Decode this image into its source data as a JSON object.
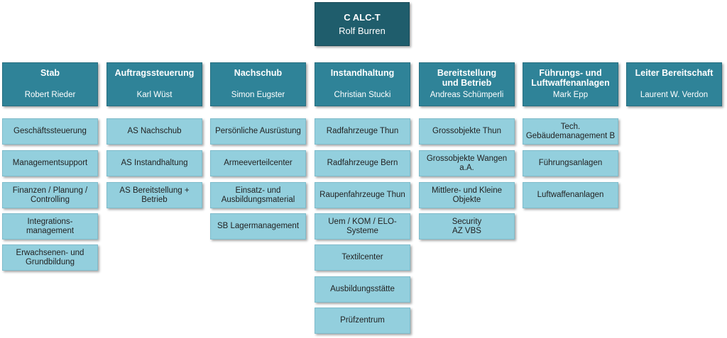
{
  "top": {
    "title": "C ALC-T",
    "name": "Rolf Burren"
  },
  "colors": {
    "top": "#1f5d6c",
    "header": "#2f8398",
    "child": "#93cfdd"
  },
  "columns": [
    {
      "title": "Stab",
      "name": "Robert Rieder",
      "children": [
        "Geschäftssteuerung",
        "Managementsupport",
        "Finanzen / Planung /\nControlling",
        "Integrations-\nmanagement",
        "Erwachsenen- und\nGrundbildung"
      ]
    },
    {
      "title": "Auftragssteuerung",
      "name": "Karl Wüst",
      "children": [
        "AS Nachschub",
        "AS Instandhaltung",
        "AS Bereitstellung +\nBetrieb"
      ]
    },
    {
      "title": "Nachschub",
      "name": "Simon Eugster",
      "children": [
        "Persönliche Ausrüstung",
        "Armeeverteilcenter",
        "Einsatz- und\nAusbildungsmaterial",
        "SB Lagermanagement"
      ]
    },
    {
      "title": "Instandhaltung",
      "name": "Christian Stucki",
      "children": [
        "Radfahrzeuge Thun",
        "Radfahrzeuge Bern",
        "Raupenfahrzeuge Thun",
        "Uem / KOM / ELO-\nSysteme",
        "Textilcenter",
        "Ausbildungsstätte",
        "Prüfzentrum"
      ]
    },
    {
      "title": "Bereitstellung\nund Betrieb",
      "name": "Andreas Schümperli",
      "children": [
        "Grossobjekte Thun",
        "Grossobjekte Wangen\na.A.",
        "Mittlere- und Kleine\nObjekte",
        "Security\nAZ VBS"
      ]
    },
    {
      "title": "Führungs- und\nLuftwaffenanlagen",
      "name": "Mark Epp",
      "children": [
        "Tech.\nGebäudemanagement B",
        "Führungsanlagen",
        "Luftwaffenanlagen"
      ]
    },
    {
      "title": "Leiter Bereitschaft",
      "name": "Laurent W. Verdon",
      "children": []
    }
  ]
}
